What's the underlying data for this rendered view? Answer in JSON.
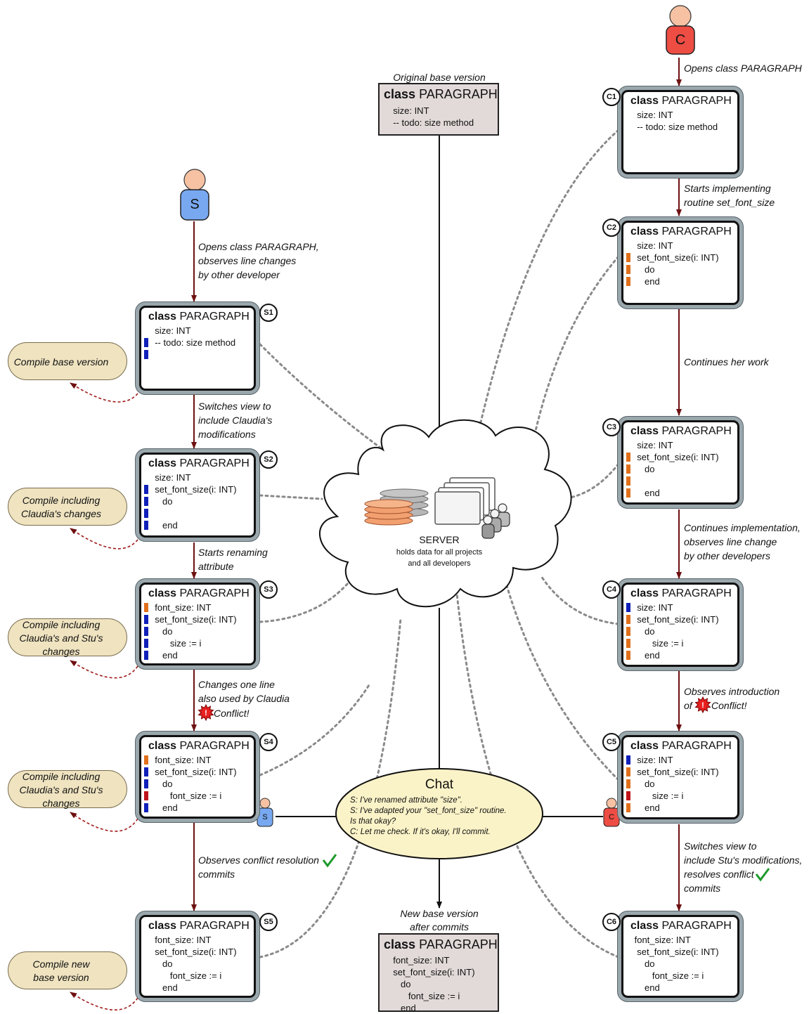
{
  "base_original": {
    "caption": "Original base version",
    "keyword": "class",
    "name": "PARAGRAPH",
    "lines": [
      {
        "text": "  size: INT"
      },
      {
        "text": "  -- todo: size method"
      }
    ]
  },
  "base_new": {
    "caption_line1": "New base version",
    "caption_line2": "after commits",
    "keyword": "class",
    "name": "PARAGRAPH",
    "lines": [
      {
        "text": "  font_size: INT"
      },
      {
        "text": "  set_font_size(i: INT)"
      },
      {
        "text": "     do"
      },
      {
        "text": "        font_size := i"
      },
      {
        "text": "     end"
      }
    ]
  },
  "developers": {
    "stu": {
      "initial": "S",
      "color": "#78a8f0"
    },
    "claudia": {
      "initial": "C",
      "color": "#ee4d44"
    }
  },
  "server": {
    "title": "SERVER",
    "subtitle1": "holds data for all projects",
    "subtitle2": "and all developers"
  },
  "chat": {
    "title": "Chat",
    "lines": [
      "S: I've renamed attribute \"size\".",
      "S: I've adapted your \"set_font_size\" routine.",
      "    Is that okay?",
      "C: Let me check. If it's okay, I'll commit."
    ]
  },
  "conflict_word": "Conflict!",
  "stu_boxes": [
    {
      "id": "S1",
      "keyword": "class",
      "name": "PARAGRAPH",
      "lines": [
        {
          "text": "  size: INT",
          "m": ""
        },
        {
          "text": "  -- todo: size method",
          "m": "b"
        },
        {
          "text": "",
          "m": "b"
        }
      ]
    },
    {
      "id": "S2",
      "keyword": "class",
      "name": "PARAGRAPH",
      "lines": [
        {
          "text": "  size: INT",
          "m": ""
        },
        {
          "text": "  set_font_size(i: INT)",
          "m": "b"
        },
        {
          "text": "     do",
          "m": "b"
        },
        {
          "text": "",
          "m": "b"
        },
        {
          "text": "     end",
          "m": "b"
        }
      ]
    },
    {
      "id": "S3",
      "keyword": "class",
      "name": "PARAGRAPH",
      "lines": [
        {
          "text": "  font_size: INT",
          "m": "o"
        },
        {
          "text": "  set_font_size(i: INT)",
          "m": "b"
        },
        {
          "text": "     do",
          "m": "b"
        },
        {
          "text": "        size := i",
          "m": "b"
        },
        {
          "text": "     end",
          "m": "b"
        }
      ]
    },
    {
      "id": "S4",
      "keyword": "class",
      "name": "PARAGRAPH",
      "lines": [
        {
          "text": "  font_size: INT",
          "m": "o"
        },
        {
          "text": "  set_font_size(i: INT)",
          "m": "b"
        },
        {
          "text": "     do",
          "m": "b"
        },
        {
          "text": "        font_size := i",
          "m": "r"
        },
        {
          "text": "     end",
          "m": "b"
        }
      ]
    },
    {
      "id": "S5",
      "keyword": "class",
      "name": "PARAGRAPH",
      "lines": [
        {
          "text": "  font_size: INT",
          "m": ""
        },
        {
          "text": "  set_font_size(i: INT)",
          "m": ""
        },
        {
          "text": "     do",
          "m": ""
        },
        {
          "text": "        font_size := i",
          "m": ""
        },
        {
          "text": "     end",
          "m": ""
        }
      ]
    }
  ],
  "claudia_boxes": [
    {
      "id": "C1",
      "keyword": "class",
      "name": "PARAGRAPH",
      "lines": [
        {
          "text": "  size: INT",
          "m": ""
        },
        {
          "text": "  -- todo: size method",
          "m": ""
        }
      ]
    },
    {
      "id": "C2",
      "keyword": "class",
      "name": "PARAGRAPH",
      "lines": [
        {
          "text": "  size: INT",
          "m": ""
        },
        {
          "text": "  set_font_size(i: INT)",
          "m": "o"
        },
        {
          "text": "     do",
          "m": "o"
        },
        {
          "text": "     end",
          "m": "o"
        }
      ]
    },
    {
      "id": "C3",
      "keyword": "class",
      "name": "PARAGRAPH",
      "lines": [
        {
          "text": "  size: INT",
          "m": ""
        },
        {
          "text": "  set_font_size(i: INT)",
          "m": "o"
        },
        {
          "text": "     do",
          "m": "o"
        },
        {
          "text": "",
          "m": "o"
        },
        {
          "text": "     end",
          "m": "o"
        }
      ]
    },
    {
      "id": "C4",
      "keyword": "class",
      "name": "PARAGRAPH",
      "lines": [
        {
          "text": "  size: INT",
          "m": "b"
        },
        {
          "text": "  set_font_size(i: INT)",
          "m": "o"
        },
        {
          "text": "     do",
          "m": "o"
        },
        {
          "text": "        size := i",
          "m": "o"
        },
        {
          "text": "     end",
          "m": "o"
        }
      ]
    },
    {
      "id": "C5",
      "keyword": "class",
      "name": "PARAGRAPH",
      "lines": [
        {
          "text": "  size: INT",
          "m": "b"
        },
        {
          "text": "  set_font_size(i: INT)",
          "m": "o"
        },
        {
          "text": "     do",
          "m": "o"
        },
        {
          "text": "        size := i",
          "m": "r"
        },
        {
          "text": "     end",
          "m": "o"
        }
      ]
    },
    {
      "id": "C6",
      "keyword": "class",
      "name": "PARAGRAPH",
      "lines": [
        {
          "text": " font_size: INT",
          "m": ""
        },
        {
          "text": "  set_font_size(i: INT)",
          "m": ""
        },
        {
          "text": "     do",
          "m": ""
        },
        {
          "text": "        font_size := i",
          "m": ""
        },
        {
          "text": "     end",
          "m": ""
        }
      ]
    }
  ],
  "stu_steps": [
    {
      "lines": [
        "Opens class PARAGRAPH,",
        "observes line changes",
        "by other developer"
      ]
    },
    {
      "lines": [
        "Switches view to",
        "include Claudia's",
        "modifications"
      ]
    },
    {
      "lines": [
        "Starts renaming",
        "attribute"
      ]
    },
    {
      "lines": [
        "Changes one line",
        "also used by Claudia"
      ]
    },
    {
      "lines": [
        "Observes conflict resolution",
        "commits"
      ]
    }
  ],
  "claudia_steps": [
    {
      "lines": [
        "Opens class PARAGRAPH"
      ]
    },
    {
      "lines": [
        "Starts implementing",
        "routine set_font_size"
      ]
    },
    {
      "lines": [
        "Continues her work"
      ]
    },
    {
      "lines": [
        "Continues implementation,",
        "observes line change",
        "by other developers"
      ]
    },
    {
      "lines": [
        "Observes introduction",
        "of"
      ]
    },
    {
      "lines": [
        "Switches view to",
        "include Stu's modifications,",
        "resolves conflict",
        "commits"
      ]
    }
  ],
  "compile_labels": [
    {
      "lines": [
        "Compile base version"
      ]
    },
    {
      "lines": [
        "Compile including",
        "Claudia's changes"
      ]
    },
    {
      "lines": [
        "Compile including",
        "Claudia's and  Stu's",
        "changes"
      ]
    },
    {
      "lines": [
        "Compile including",
        "Claudia's and Stu's",
        "changes"
      ]
    },
    {
      "lines": [
        "Compile new",
        "base version"
      ]
    }
  ]
}
